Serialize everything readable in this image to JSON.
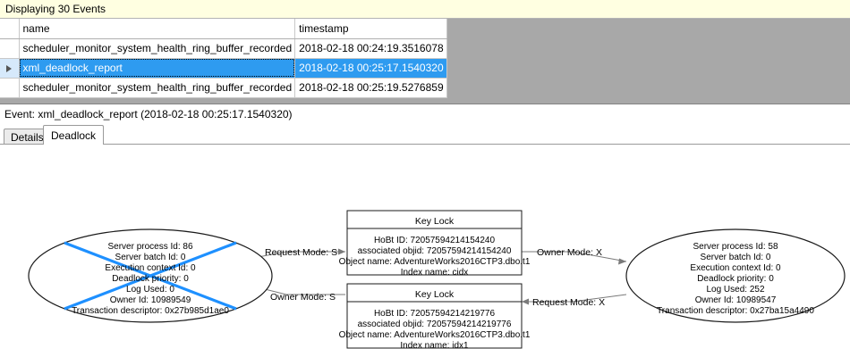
{
  "banner": {
    "text": "Displaying 30 Events"
  },
  "grid": {
    "columns": [
      "",
      "name",
      "timestamp"
    ],
    "rows": [
      {
        "selector": "",
        "name": "scheduler_monitor_system_health_ring_buffer_recorded",
        "timestamp": "2018-02-18 00:24:19.3516078",
        "selected": false
      },
      {
        "selector": "current-row-marker",
        "name": "xml_deadlock_report",
        "timestamp": "2018-02-18 00:25:17.1540320",
        "selected": true
      },
      {
        "selector": "",
        "name": "scheduler_monitor_system_health_ring_buffer_recorded",
        "timestamp": "2018-02-18 00:25:19.5276859",
        "selected": false
      }
    ]
  },
  "event_header": {
    "text": "Event: xml_deadlock_report (2018-02-18 00:25:17.1540320)"
  },
  "tabs": [
    {
      "label": "Details",
      "active": false
    },
    {
      "label": "Deadlock",
      "active": true
    }
  ],
  "deadlock_graph": {
    "victim_process": {
      "name": "process-node-left",
      "is_victim": true,
      "lines": [
        "Server process Id: 86",
        "Server batch Id: 0",
        "Execution context Id: 0",
        "Deadlock priority: 0",
        "Log Used: 0",
        "Owner Id: 10989549",
        "Transaction descriptor: 0x27b985d1ae0"
      ]
    },
    "winner_process": {
      "name": "process-node-right",
      "is_victim": false,
      "lines": [
        "Server process Id: 58",
        "Server batch Id: 0",
        "Execution context Id: 0",
        "Deadlock priority: 0",
        "Log Used: 252",
        "Owner Id: 10989547",
        "Transaction descriptor: 0x27ba15a4490"
      ]
    },
    "resources": [
      {
        "name": "key-lock-top",
        "title": "Key Lock",
        "lines": [
          "HoBt ID: 72057594214154240",
          "associated objid: 72057594214154240",
          "Object name: AdventureWorks2016CTP3.dbo.t1",
          "Index name: cidx"
        ]
      },
      {
        "name": "key-lock-bottom",
        "title": "Key Lock",
        "lines": [
          "HoBt ID: 72057594214219776",
          "associated objid: 72057594214219776",
          "Object name: AdventureWorks2016CTP3.dbo.t1",
          "Index name: idx1"
        ]
      }
    ],
    "edges": [
      {
        "name": "edge-left-request-s",
        "label": "Request Mode: S"
      },
      {
        "name": "edge-right-owner-x",
        "label": "Owner Mode: X"
      },
      {
        "name": "edge-left-owner-s",
        "label": "Owner Mode: S"
      },
      {
        "name": "edge-right-request-x",
        "label": "Request Mode: X"
      }
    ]
  },
  "colors": {
    "banner_background": "#ffffe1",
    "selection_blue": "#2e9bf0",
    "victim_cross": "#1e90ff",
    "grid_backdrop": "#a8a8a8"
  }
}
